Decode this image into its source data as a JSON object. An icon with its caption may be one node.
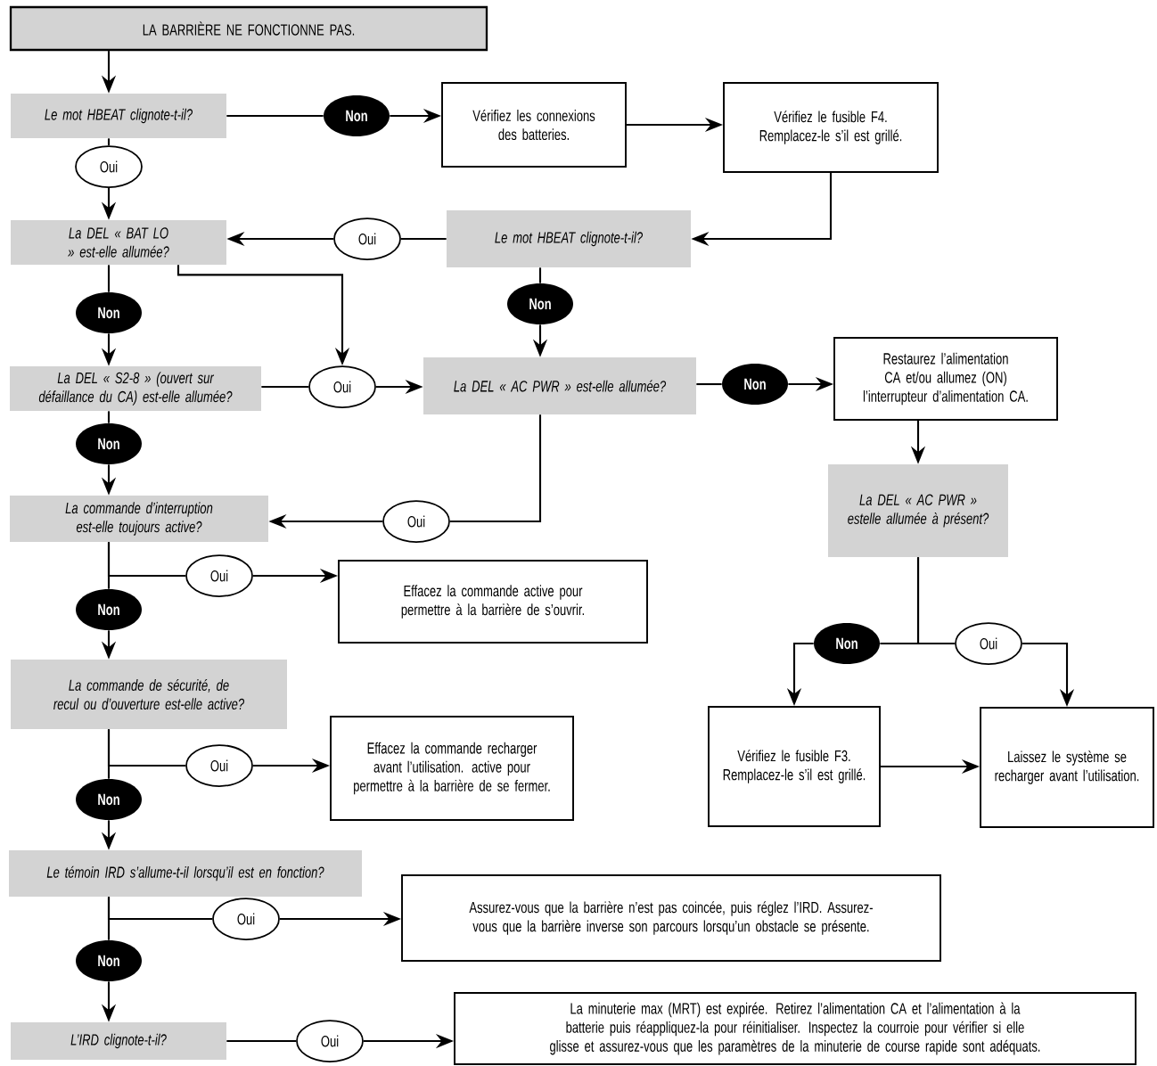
{
  "diagram": {
    "nodes": [
      {
        "text": [
          "LA BARRIÈRE NE FONCTIONNE PAS."
        ]
      },
      {
        "text": [
          "Le mot HBEAT clignote-t-il?"
        ]
      },
      {
        "text": [
          "Non"
        ]
      },
      {
        "text": [
          "Vérifiez les connexions des batteries."
        ]
      },
      {
        "text": [
          "Vérifiez le fusible F4. Remplacez-le s’il est grillé."
        ]
      },
      {
        "text": [
          "Oui"
        ]
      },
      {
        "text": [
          "La DEL « BAT LO » est-elle allumée?"
        ]
      },
      {
        "text": [
          "Oui"
        ]
      },
      {
        "text": [
          "Le mot HBEAT clignote-t-il?"
        ]
      },
      {
        "text": [
          "Non"
        ]
      },
      {
        "text": [
          "Non"
        ]
      },
      {
        "text": [
          "La DEL « S2-8 » (ouvert sur défaillance du CA) est-elle allumée?"
        ]
      },
      {
        "text": [
          "Oui"
        ]
      },
      {
        "text": [
          "La DEL « AC PWR » est-elle allumée?"
        ]
      },
      {
        "text": [
          "Non"
        ]
      },
      {
        "text": [
          "Restaurez l’alimentation CA et/ou allumez (ON) l’interrupteur d’alimentation CA."
        ]
      },
      {
        "text": [
          "Non"
        ]
      },
      {
        "text": [
          "La DEL « AC PWR » estelle allumée à présent?"
        ]
      },
      {
        "text": [
          "La commande d’interruption est-elle toujours active?"
        ]
      },
      {
        "text": [
          "Oui"
        ]
      },
      {
        "text": [
          "Oui"
        ]
      },
      {
        "text": [
          "Effacez la commande active pour permettre à la barrière de s’ouvrir."
        ]
      },
      {
        "text": [
          "Non"
        ]
      },
      {
        "text": [
          "Non"
        ]
      },
      {
        "text": [
          "Oui"
        ]
      },
      {
        "text": [
          "La commande de sécurité, de recul ou d’ouverture est-elle active?"
        ]
      },
      {
        "text": [
          "Vérifiez le fusible F3. Remplacez-le s’il est grillé."
        ]
      },
      {
        "text": [
          "Laissez le système se recharger avant l’utilisation."
        ]
      },
      {
        "text": [
          "Oui"
        ]
      },
      {
        "text": [
          "Effacez la commande recharger avant l’utilisation. active pour permettre à la barrière de se fermer."
        ]
      },
      {
        "text": [
          "Non"
        ]
      },
      {
        "text": [
          "Le témoin IRD s’allume-t-il lorsqu’il est en fonction?"
        ]
      },
      {
        "text": [
          "Oui"
        ]
      },
      {
        "text": [
          "Assurez-vous que la barrière n’est pas coincée, puis réglez l’IRD. Assurez-vous que la barrière inverse son parcours lorsqu’un obstacle se présente."
        ]
      },
      {
        "text": [
          "Non"
        ]
      },
      {
        "text": [
          "L’IRD clignote-t-il?"
        ]
      },
      {
        "text": [
          "Oui"
        ]
      },
      {
        "text": [
          "La minuterie max (MRT) est expirée. Retirez l’alimentation CA et l’alimentation à la batterie puis réappliquez-la pour réinitialiser. Inspectez la courroie pour vérifier si elle glisse et assurez-vous que les paramètres de la minuterie de course rapide sont adéquats."
        ]
      }
    ],
    "edges": [
      {
        "from": 0,
        "to": 1,
        "arrow": "to"
      },
      {
        "from": 1,
        "to": 2,
        "arrow": "none"
      },
      {
        "from": 2,
        "to": 3,
        "arrow": "to"
      },
      {
        "from": 3,
        "to": 4,
        "arrow": "to"
      },
      {
        "from": 4,
        "to": 8,
        "arrow": "to"
      },
      {
        "from": 1,
        "to": 5,
        "arrow": "none"
      },
      {
        "from": 5,
        "to": 6,
        "arrow": "to"
      },
      {
        "from": 8,
        "to": 7,
        "arrow": "none"
      },
      {
        "from": 7,
        "to": 6,
        "arrow": "to"
      },
      {
        "from": 8,
        "to": 10,
        "arrow": "none"
      },
      {
        "from": 10,
        "to": 13,
        "arrow": "to"
      },
      {
        "from": 6,
        "to": 9,
        "arrow": "none"
      },
      {
        "from": 9,
        "to": 11,
        "arrow": "to"
      },
      {
        "from": 6,
        "to": 12,
        "arrow": "to"
      },
      {
        "from": 11,
        "to": 12,
        "arrow": "none"
      },
      {
        "from": 12,
        "to": 13,
        "arrow": "to"
      },
      {
        "from": 11,
        "to": 16,
        "arrow": "none"
      },
      {
        "from": 16,
        "to": 18,
        "arrow": "to"
      },
      {
        "from": 13,
        "to": 14,
        "arrow": "none"
      },
      {
        "from": 14,
        "to": 15,
        "arrow": "to"
      },
      {
        "from": 15,
        "to": 17,
        "arrow": "to"
      },
      {
        "from": 13,
        "to": 19,
        "arrow": "none"
      },
      {
        "from": 19,
        "to": 18,
        "arrow": "to"
      },
      {
        "from": 18,
        "to": 20,
        "arrow": "none"
      },
      {
        "from": 20,
        "to": 21,
        "arrow": "to"
      },
      {
        "from": 18,
        "to": 22,
        "arrow": "none"
      },
      {
        "from": 22,
        "to": 25,
        "arrow": "to"
      },
      {
        "from": 17,
        "to": 23,
        "arrow": "none"
      },
      {
        "from": 17,
        "to": 24,
        "arrow": "none"
      },
      {
        "from": 23,
        "to": 26,
        "arrow": "to"
      },
      {
        "from": 24,
        "to": 27,
        "arrow": "to"
      },
      {
        "from": 26,
        "to": 27,
        "arrow": "to"
      },
      {
        "from": 25,
        "to": 28,
        "arrow": "none"
      },
      {
        "from": 28,
        "to": 29,
        "arrow": "to"
      },
      {
        "from": 25,
        "to": 30,
        "arrow": "none"
      },
      {
        "from": 30,
        "to": 31,
        "arrow": "to"
      },
      {
        "from": 31,
        "to": 32,
        "arrow": "none"
      },
      {
        "from": 32,
        "to": 33,
        "arrow": "to"
      },
      {
        "from": 31,
        "to": 34,
        "arrow": "none"
      },
      {
        "from": 34,
        "to": 35,
        "arrow": "to"
      },
      {
        "from": 35,
        "to": 36,
        "arrow": "none"
      },
      {
        "from": 36,
        "to": 37,
        "arrow": "to"
      }
    ]
  }
}
